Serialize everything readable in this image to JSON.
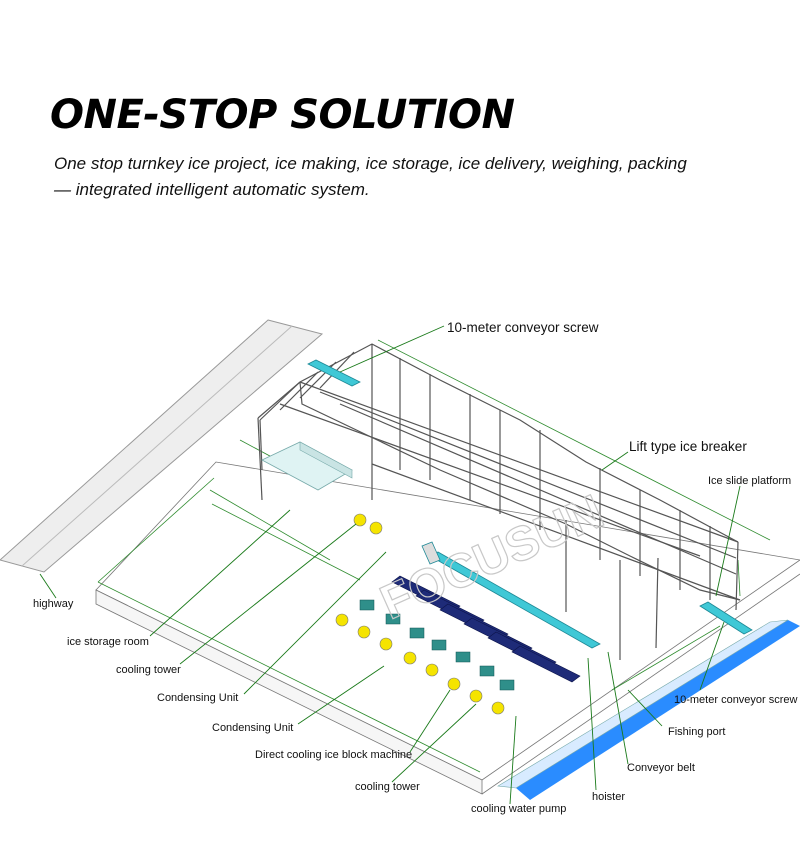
{
  "header": {
    "title": "ONE-STOP SOLUTION",
    "subtitle_line1": "One stop turnkey ice  project, ice making, ice storage, ice delivery, weighing, packing",
    "subtitle_line2": "— integrated intelligent automatic system."
  },
  "labels": {
    "conveyor_screw_top": "10-meter conveyor screw",
    "ice_breaker": "Lift type ice breaker",
    "ice_slide_platform": "Ice slide platform",
    "highway": "highway",
    "ice_storage_room": "ice storage room",
    "cooling_tower_1": "cooling tower",
    "condensing_unit_1": "Condensing Unit",
    "condensing_unit_2": "Condensing Unit",
    "block_machine": "Direct cooling ice block machine",
    "cooling_tower_2": "cooling tower",
    "cooling_water_pump": "cooling water pump",
    "conveyor_screw_bottom": "10-meter conveyor screw",
    "fishing_port": "Fishing port",
    "conveyor_belt": "Conveyor belt",
    "hoister": "hoister"
  },
  "watermark": "FOCUSUN",
  "colors": {
    "structure": "#555555",
    "dimension": "#2e8b2e",
    "leader": "#1a7a1a",
    "conveyor": "#3fc8d6",
    "water": "#2a8cff",
    "tower": "#f5e400",
    "unit": "#2f8f8a",
    "machine": "#1e2b78"
  }
}
